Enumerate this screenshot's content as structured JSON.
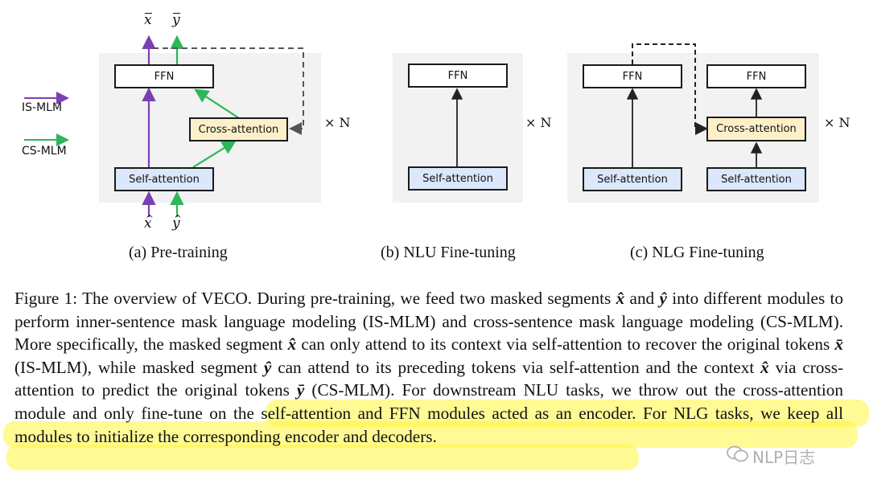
{
  "legend": {
    "is_mlm": {
      "label": "IS-MLM",
      "color": "#7b3fb5"
    },
    "cs_mlm": {
      "label": "CS-MLM",
      "color": "#2fb55a"
    }
  },
  "panels": {
    "pretraining": {
      "ffn": "FFN",
      "cross_attention": "Cross-attention",
      "self_attention": "Self-attention",
      "repeat": "× N",
      "caption": "(a)  Pre-training"
    },
    "nlu": {
      "ffn": "FFN",
      "self_attention": "Self-attention",
      "repeat": "× N",
      "caption": "(b)  NLU Fine-tuning"
    },
    "nlg": {
      "encoder_ffn": "FFN",
      "encoder_self_attention": "Self-attention",
      "decoder_ffn": "FFN",
      "decoder_cross_attention": "Cross-attention",
      "decoder_self_attention": "Self-attention",
      "repeat": "× N",
      "caption": "(c)  NLG Fine-tuning"
    }
  },
  "variables": {
    "x_bar": "x",
    "y_bar": "y",
    "x_hat": "x",
    "y_hat": "y"
  },
  "figure_caption": {
    "p1": "Figure 1: The overview of VECO. During pre-training, we feed two masked segments ",
    "x_hat": "x̂",
    "and": " and ",
    "y_hat": "ŷ",
    "p2": " into different modules to perform inner-sentence mask language modeling (IS-MLM) and cross-sentence mask language modeling (CS-MLM). More specifically, the masked segment ",
    "x_hat2": "x̂",
    "p3": " can only attend to its context via self-attention to recover the original tokens ",
    "x_bar": "x̄",
    "p4": " (IS-MLM), while masked segment ",
    "y_hat2": "ŷ",
    "p5": " can attend to its preceding tokens via self-attention and the context ",
    "x_hat3": "x̂",
    "p6": " via cross-attention to predict the original tokens ",
    "y_bar": "ȳ",
    "p7": " (CS-MLM). For downstream NLU tasks, we throw out the cross-attention module and only fine-tune on the self-attention and FFN modules acted as an encoder. For NLG tasks, we keep all modules to initialize the corresponding encoder and decoders."
  },
  "watermark": "NLP日志",
  "highlight_color": "#fff53c"
}
